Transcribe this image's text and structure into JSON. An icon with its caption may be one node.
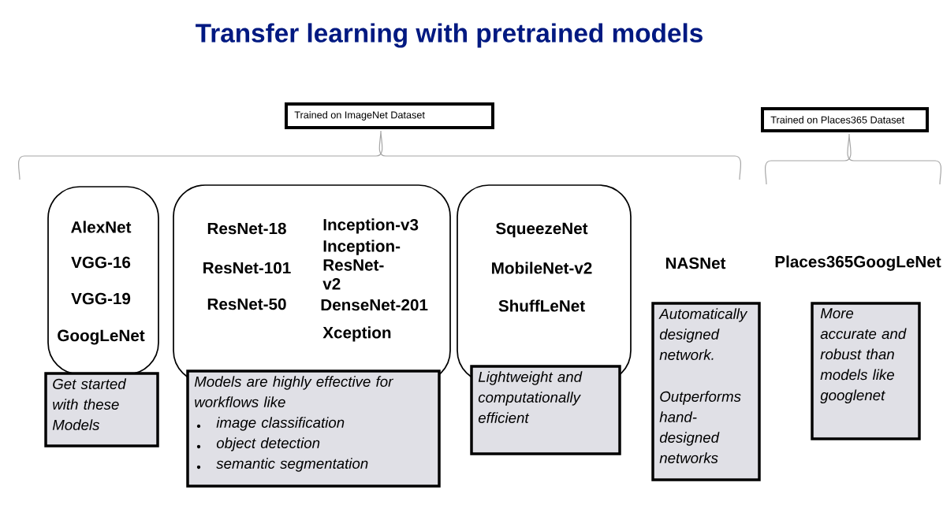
{
  "diagram": {
    "title": "Transfer learning with pretrained models",
    "nodes": [
      {
        "text": [
          "Trained on ImageNet Dataset"
        ]
      },
      {
        "text": [
          "Trained on Places365 Dataset"
        ]
      },
      {
        "text": [
          "AlexNet",
          "VGG-16",
          "VGG-19",
          "GoogLeNet"
        ]
      },
      {
        "text": [
          "ResNet-18",
          "Inception-v3",
          "ResNet-101",
          "Inception-ResNet-v2",
          "ResNet-50",
          "DenseNet-201",
          "Xception"
        ]
      },
      {
        "text": [
          "SqueezeNet",
          "MobileNet-v2",
          "ShuffLeNet"
        ]
      },
      {
        "text": [
          "Get started with these Models"
        ]
      },
      {
        "text": [
          "Models are highly effective for workflows like",
          "image classification",
          "object detection",
          "semantic segmentation"
        ]
      },
      {
        "text": [
          "Lightweight and computationally efficient"
        ]
      },
      {
        "text": [
          "Automatically designed network.",
          "Outperforms hand-designed networks"
        ]
      },
      {
        "text": [
          "More accurate and robust than models like googlenet"
        ]
      }
    ],
    "labels": [
      "NASNet",
      "Places365GoogLeNet"
    ]
  }
}
